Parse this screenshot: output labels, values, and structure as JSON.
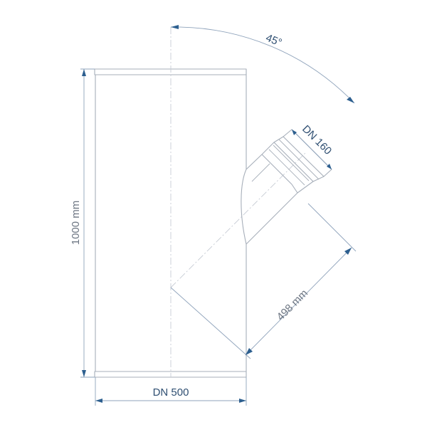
{
  "diagram": {
    "labels": {
      "angle": "45°",
      "branch_diameter": "DN 160",
      "main_diameter": "DN 500",
      "length": "1000 mm",
      "branch_length": "498 mm"
    },
    "colors": {
      "outline": "#a7afba",
      "dimension_line": "#8fa3bb",
      "arrow": "#2d5f8f",
      "label_text": "#2f4f72",
      "length_text": "#6d7683"
    }
  }
}
